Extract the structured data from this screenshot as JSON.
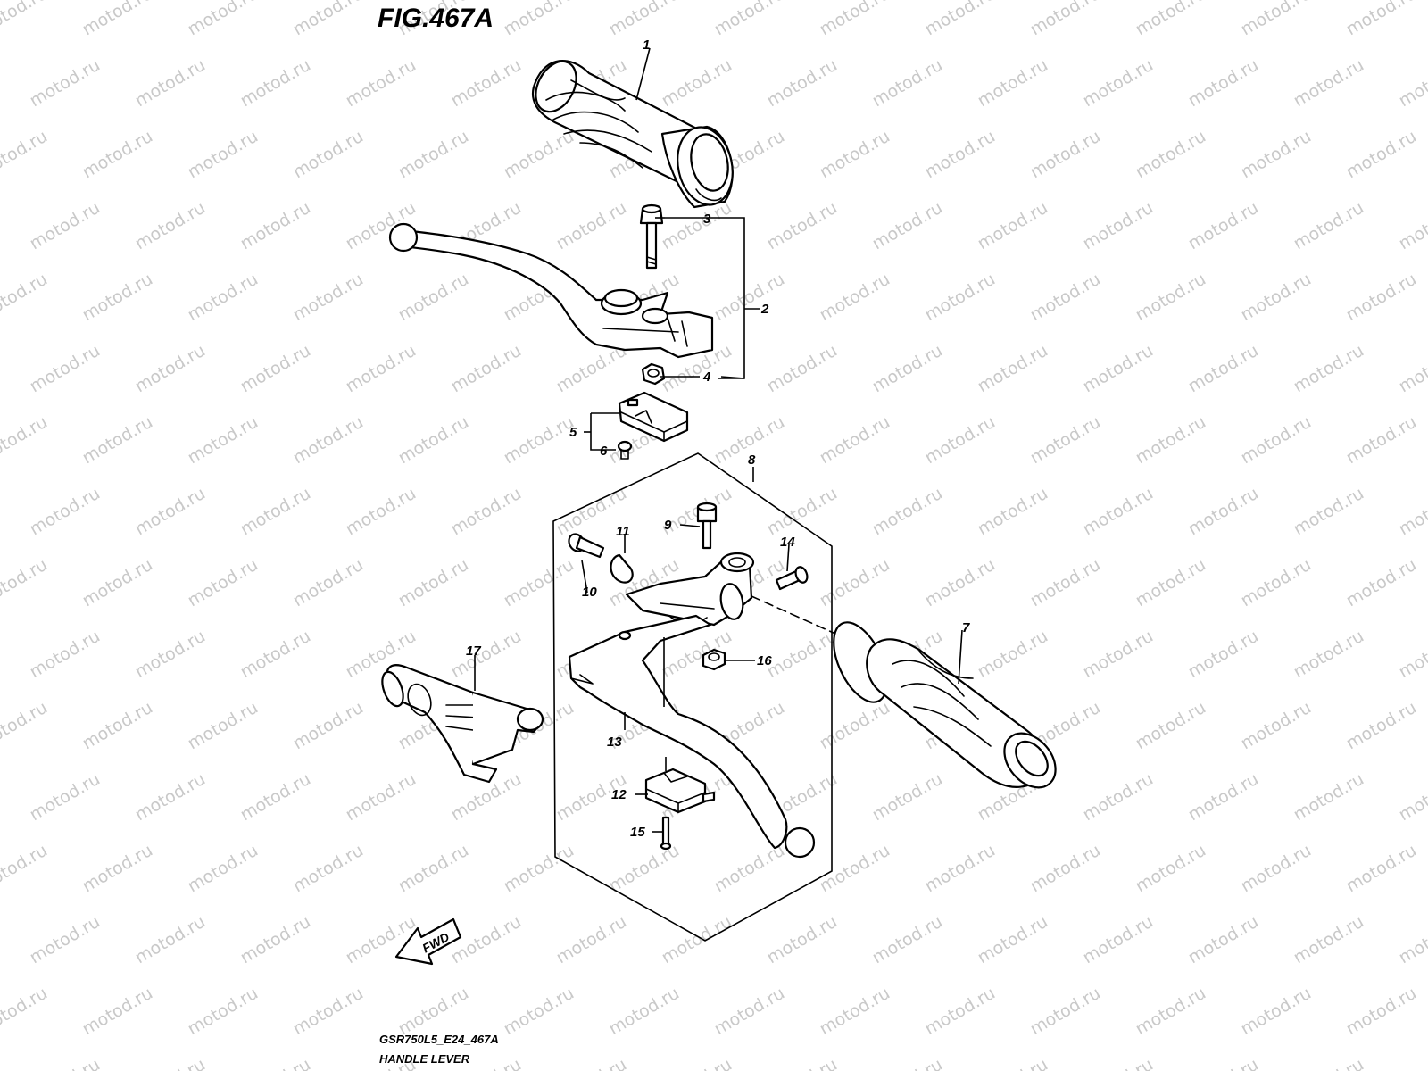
{
  "figure": {
    "title": "FIG.467A",
    "code": "GSR750L5_E24_467A",
    "caption": "HANDLE LEVER",
    "fwd_label": "FWD",
    "watermark_text": "motod.ru"
  },
  "callouts": [
    {
      "id": "1",
      "text": "1"
    },
    {
      "id": "2",
      "text": "2"
    },
    {
      "id": "3",
      "text": "3"
    },
    {
      "id": "4",
      "text": "4"
    },
    {
      "id": "5",
      "text": "5"
    },
    {
      "id": "6",
      "text": "6"
    },
    {
      "id": "7",
      "text": "7"
    },
    {
      "id": "8",
      "text": "8"
    },
    {
      "id": "9",
      "text": "9"
    },
    {
      "id": "10",
      "text": "10"
    },
    {
      "id": "11",
      "text": "11"
    },
    {
      "id": "12",
      "text": "12"
    },
    {
      "id": "13",
      "text": "13"
    },
    {
      "id": "14",
      "text": "14"
    },
    {
      "id": "15",
      "text": "15"
    },
    {
      "id": "16",
      "text": "16"
    },
    {
      "id": "17",
      "text": "17"
    }
  ],
  "colors": {
    "line": "#000000",
    "watermark": "#c9c9c9",
    "background": "#ffffff"
  }
}
